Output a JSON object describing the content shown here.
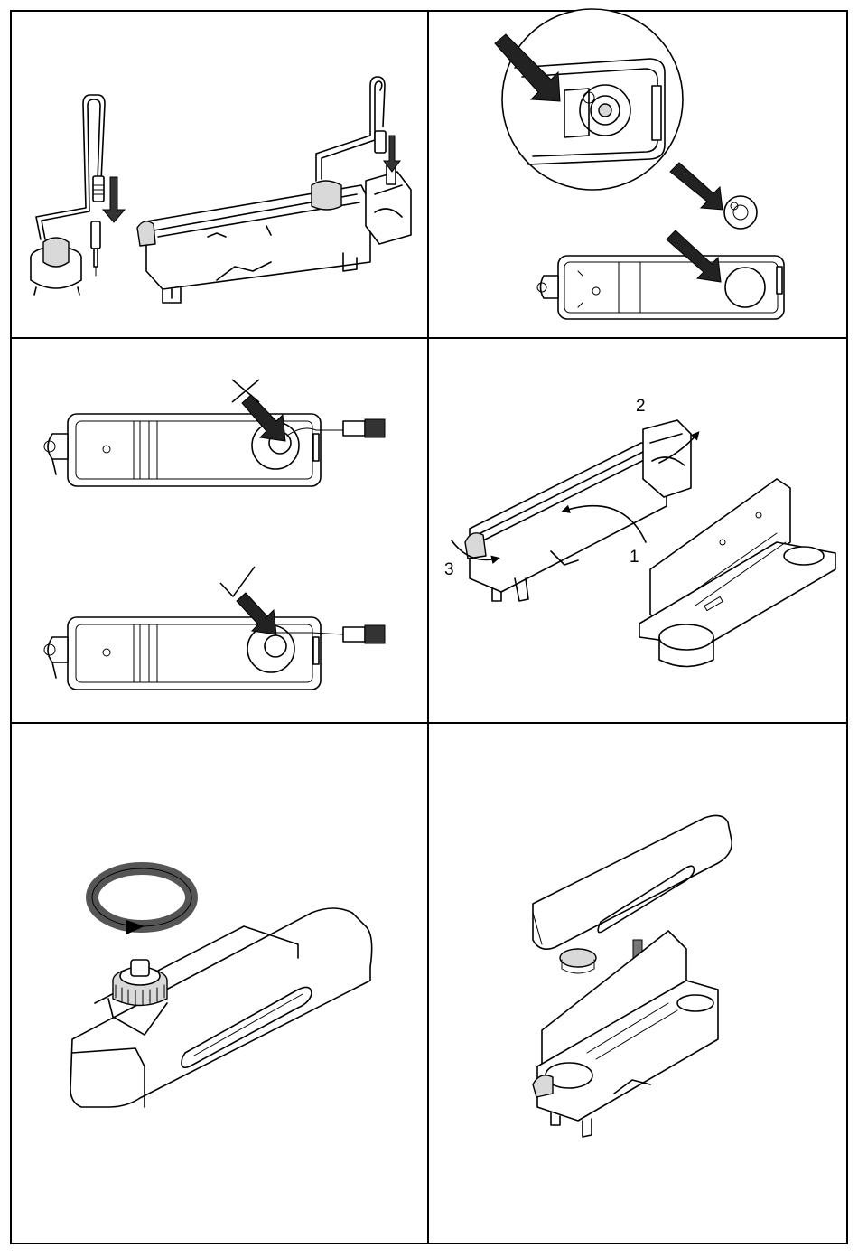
{
  "steps": [
    {
      "id": 1,
      "illustration": "connect-pump-cable-and-connector"
    },
    {
      "id": 2,
      "illustration": "remove-pump-cover-and-insert-in-tray"
    },
    {
      "id": 3,
      "illustration": "cable-routing-wrong-and-right",
      "marks": {
        "wrong": "cross-icon",
        "right": "check-icon"
      }
    },
    {
      "id": 4,
      "illustration": "assemble-tray-sequence",
      "callouts": [
        "2",
        "1",
        "3"
      ]
    },
    {
      "id": 5,
      "illustration": "rotate-knob-on-lid"
    },
    {
      "id": 6,
      "illustration": "place-lid-on-tray"
    }
  ],
  "colors": {
    "line": "#000000",
    "frame": "#000000",
    "shade": "#d9d9d9",
    "arrow": "#222222",
    "background": "#ffffff"
  }
}
